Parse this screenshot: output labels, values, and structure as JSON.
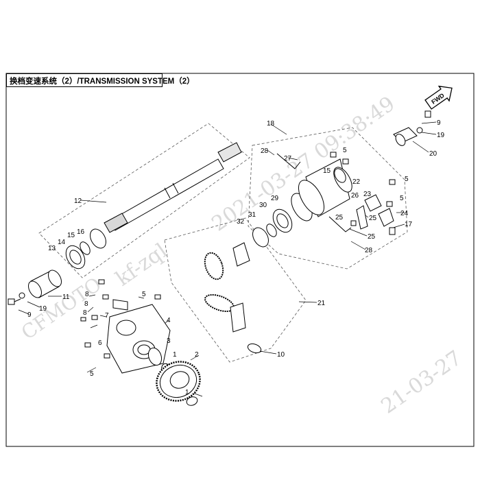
{
  "title": "换档变速系统（2）/TRANSMISSION SYSTEM（2）",
  "fwd_label": "FWD",
  "watermarks": {
    "timestamp": "2021-03-27 09:38:49",
    "user": "kf-zql",
    "brand": "CFMOTO",
    "date_fragment": "21-03-27"
  },
  "callouts": [
    "1",
    "2",
    "3",
    "4",
    "5",
    "6",
    "7",
    "8",
    "9",
    "10",
    "11",
    "12",
    "13",
    "14",
    "15",
    "16",
    "17",
    "18",
    "19",
    "20",
    "21",
    "22",
    "23",
    "24",
    "25",
    "26",
    "27",
    "28",
    "29",
    "30",
    "31",
    "32"
  ]
}
